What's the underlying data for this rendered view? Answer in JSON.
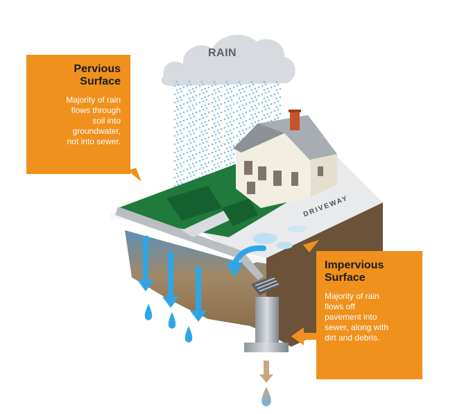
{
  "labels": {
    "rain": "RAIN",
    "driveway": "DRIVEWAY"
  },
  "pervious": {
    "title_line1": "Pervious",
    "title_line2": "Surface",
    "body": [
      "Majority of rain",
      "flows through",
      "soil into",
      "groundwater,",
      "not into sewer."
    ]
  },
  "impervious": {
    "title_line1": "Impervious",
    "title_line2": "Surface",
    "body": [
      "Majority of rain",
      "flows off",
      "pavement into",
      "sewer, along with",
      "dirt and debris."
    ]
  },
  "colors": {
    "callout": "#F0911E",
    "grass": "#1F7A3C",
    "rain": "#6FB3E0",
    "soil": "#6B5238",
    "pavement": "#E8EAEC",
    "cloud": "#D7DADF",
    "water_arrow": "#2EA6E6"
  }
}
